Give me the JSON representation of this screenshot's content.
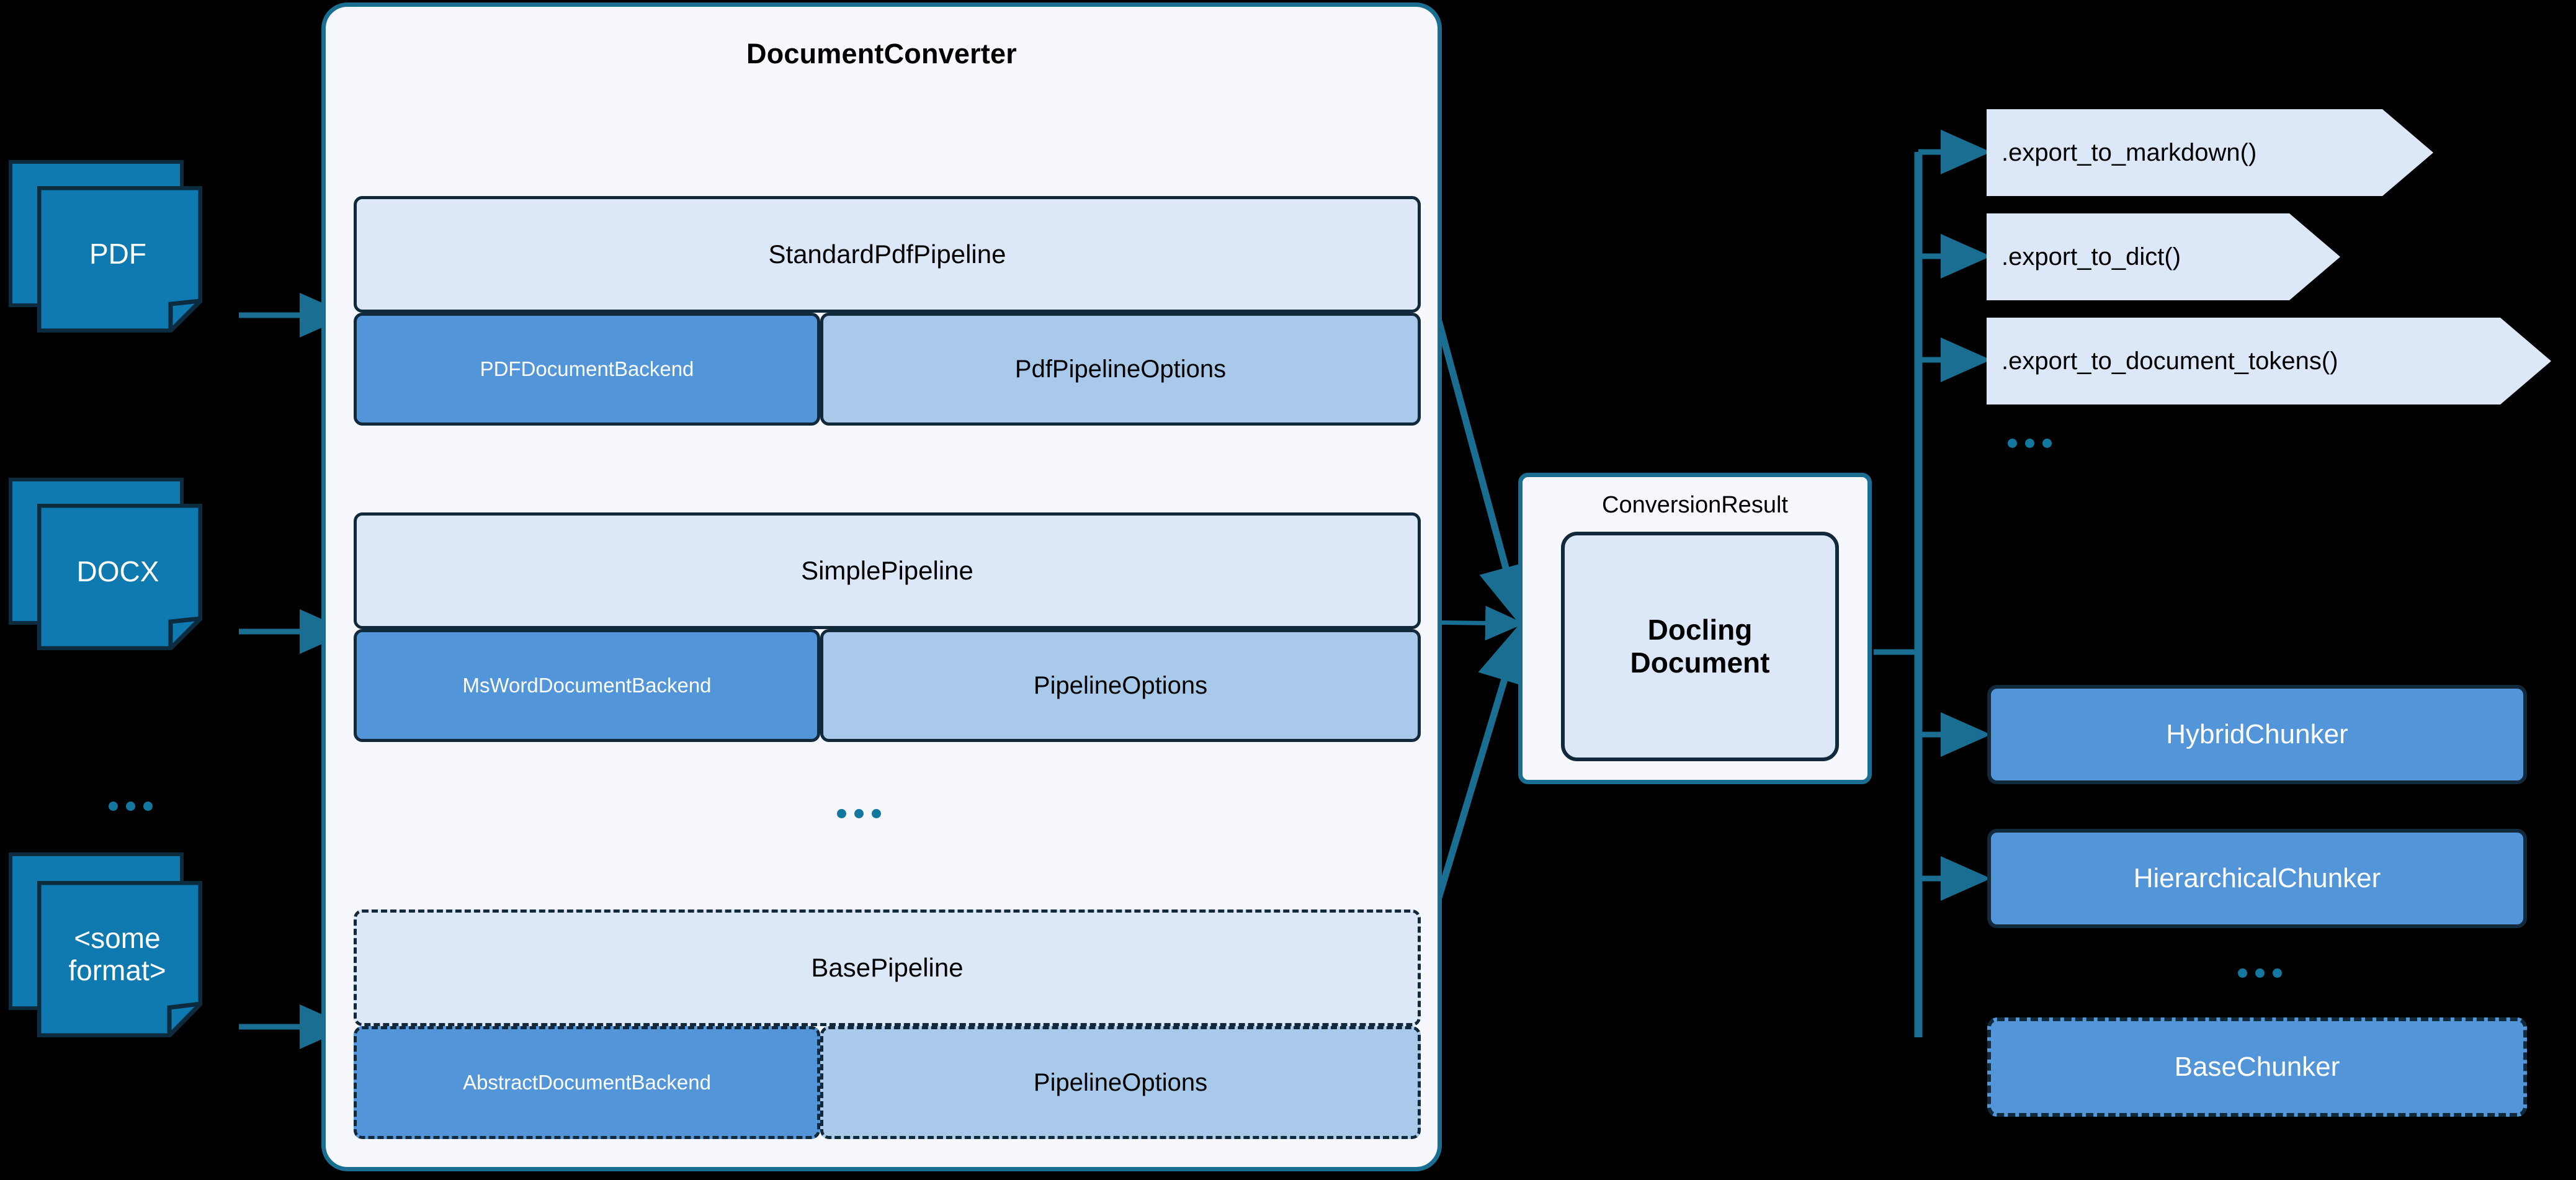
{
  "colors": {
    "background": "#000000",
    "accent_teal": "#1a6e92",
    "doc_icon_fill": "#0e7ab0",
    "doc_icon_border": "#0d2b3e",
    "pipeline_header_fill": "#dce8f7",
    "backend_fill": "#5295d8",
    "options_fill": "#a8c9ea",
    "box_border": "#12293c",
    "container_fill": "#f6f8fd",
    "dot_color": "#12789f"
  },
  "inputs": {
    "items": [
      {
        "label": "PDF",
        "name": "pdf"
      },
      {
        "label": "DOCX",
        "name": "docx"
      },
      {
        "label": "<some\nformat>",
        "name": "some-format"
      }
    ],
    "ellipsis": "..."
  },
  "converter": {
    "title": "DocumentConverter",
    "ellipsis": "...",
    "pipelines": [
      {
        "name": "standard-pdf-pipeline",
        "header": "StandardPdfPipeline",
        "backend": "PDFDocumentBackend",
        "options": "PdfPipelineOptions",
        "dashed": false
      },
      {
        "name": "simple-pipeline",
        "header": "SimplePipeline",
        "backend": "MsWordDocumentBackend",
        "options": "PipelineOptions",
        "dashed": false
      },
      {
        "name": "base-pipeline",
        "header": "BasePipeline",
        "backend": "AbstractDocumentBackend",
        "options": "PipelineOptions",
        "dashed": true
      }
    ]
  },
  "conversion_result": {
    "label": "ConversionResult",
    "document": "Docling\nDocument"
  },
  "exports": {
    "items": [
      {
        "label": ".export_to_markdown()",
        "name": "export-to-markdown"
      },
      {
        "label": ".export_to_dict()",
        "name": "export-to-dict"
      },
      {
        "label": ".export_to_document_tokens()",
        "name": "export-to-document-tokens"
      }
    ],
    "ellipsis": "..."
  },
  "chunkers": {
    "items": [
      {
        "label": "HybridChunker",
        "name": "hybrid-chunker",
        "dashed": false
      },
      {
        "label": "HierarchicalChunker",
        "name": "hierarchical-chunker",
        "dashed": false
      },
      {
        "label": "BaseChunker",
        "name": "base-chunker",
        "dashed": true
      }
    ],
    "ellipsis": "..."
  }
}
